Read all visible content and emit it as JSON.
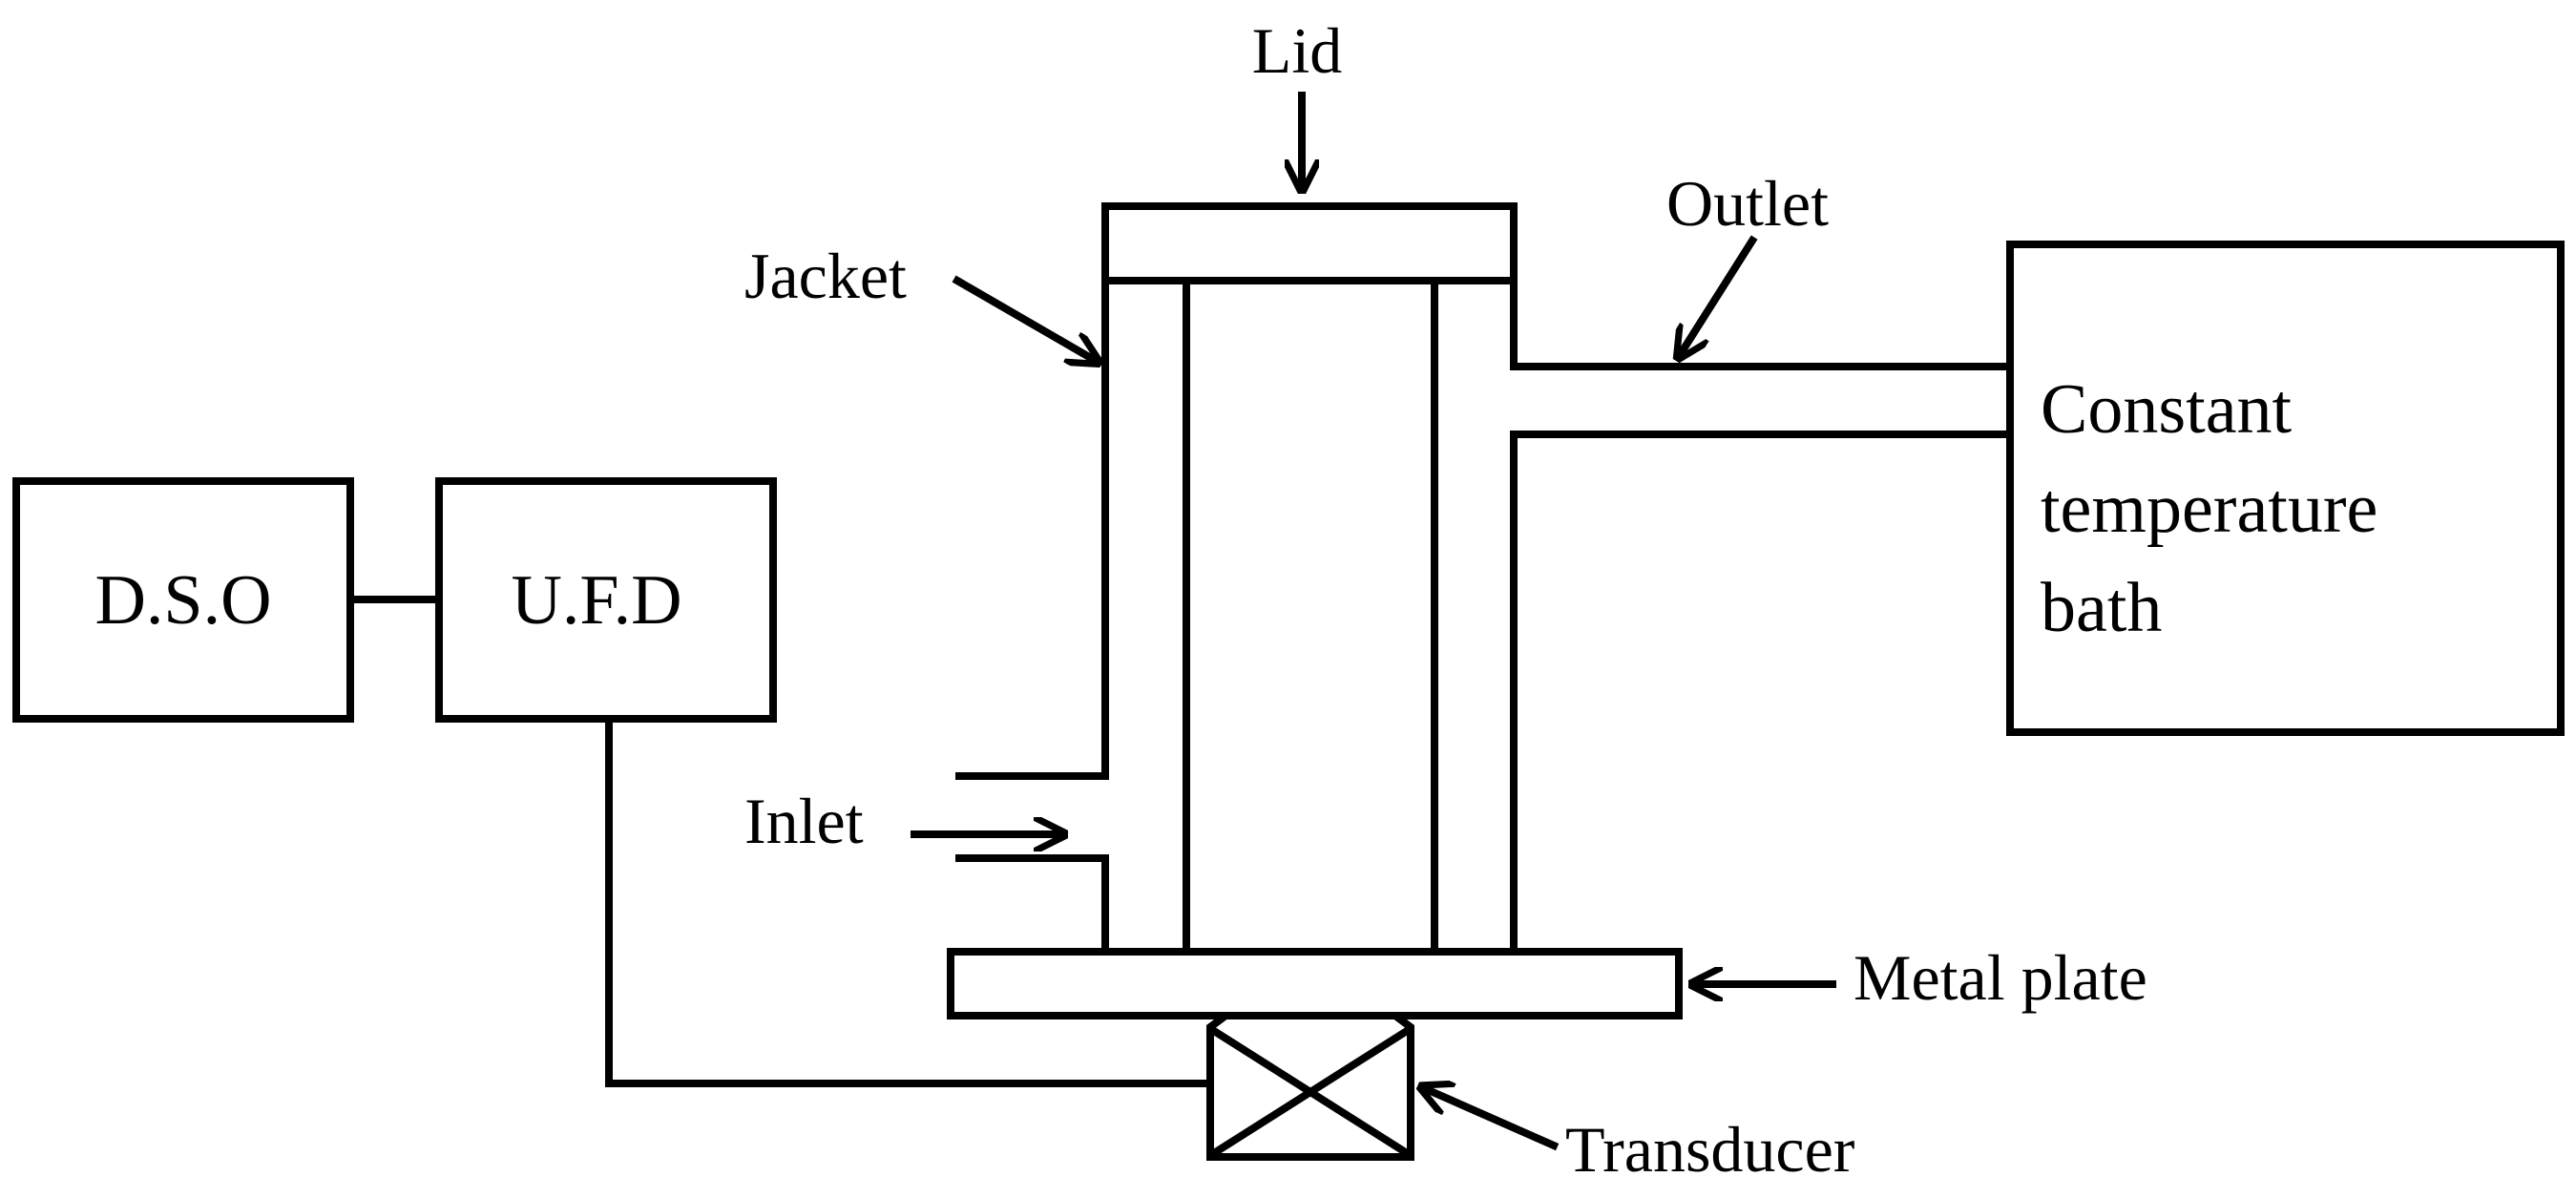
{
  "labels": {
    "lid": "Lid",
    "outlet": "Outlet",
    "jacket": "Jacket",
    "inlet": "Inlet",
    "metal_plate": "Metal plate",
    "transducer": "Transducer"
  },
  "blocks": {
    "dso": "D.S.O",
    "ufd": "U.F.D",
    "bath_line1": "Constant",
    "bath_line2": "temperature",
    "bath_line3": "bath"
  }
}
